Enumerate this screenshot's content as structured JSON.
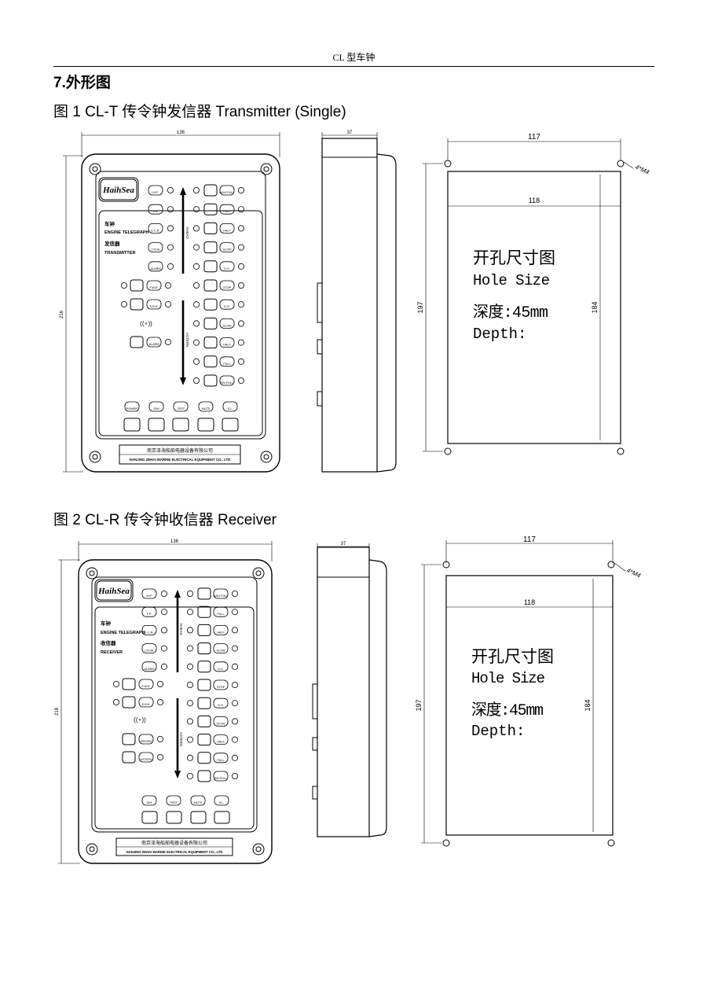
{
  "header": {
    "title": "CL 型车钟"
  },
  "section": {
    "title": "7.外形图"
  },
  "figures": [
    {
      "caption": "图 1 CL-T 传令钟发信器 Transmitter (Single)",
      "front": {
        "width": "136",
        "height": "216",
        "logo": "HaihSea",
        "label_cn_1": "车钟",
        "label_en_1": "ENGINE TELEGRAPH",
        "label_cn_2": "发信器",
        "label_en_2": "TRANSMITTER",
        "ahead": "AHEAD",
        "astern": "ASTERN",
        "left_keys": [
          "M.P.",
          "F.P.",
          "E.C.R.",
          "LOCAL",
          "ALARM"
        ],
        "right_keys": [
          "NAVI FULL",
          "FULL",
          "HALF",
          "SLOW",
          "D.S.",
          "STOP",
          "D.S.",
          "SLOW",
          "HALF",
          "FULL",
          "EM.FULL"
        ],
        "side_keys": [
          "F.W.E.",
          "S.B.E.",
          "ALARM"
        ],
        "bottom_keys": [
          "POWER",
          "DIM",
          "TEST",
          "MUTE",
          "S.L."
        ],
        "company_cn": "南京泽海船舶电器设备有限公司",
        "company_en": "NANJING ZEHAI MARINE ELECTRICAL EQUIPMENT CO., LTD"
      },
      "side": {
        "depth": "37"
      },
      "cutout": {
        "outer_width": "117",
        "inner_width": "118",
        "outer_height": "197",
        "inner_height": "184",
        "holes": "4*M4",
        "title_cn": "开孔尺寸图",
        "title_en": "Hole Size",
        "depth_cn": "深度:45mm",
        "depth_en": "Depth:"
      }
    },
    {
      "caption": "图 2 CL-R 传令钟收信器 Receiver",
      "front": {
        "width": "136",
        "height": "218",
        "logo": "HaihSea",
        "label_cn_1": "车钟",
        "label_en_1": "ENGINE TELEGRAPH",
        "label_cn_2": "收信器",
        "label_en_2": "RECEIVER",
        "ahead": "AHEAD",
        "astern": "ASTERN",
        "left_keys": [
          "M.P.",
          "F.P.",
          "E.C.R.",
          "LOCAL",
          "ALARM"
        ],
        "right_keys": [
          "NAVI FULL",
          "FULL",
          "HALF",
          "SLOW",
          "D.S.",
          "STOP",
          "D.S.",
          "SLOW",
          "HALF",
          "FULL",
          "EM.FULL"
        ],
        "side_keys": [
          "F.W.E.",
          "S.B.E.",
          "WRONG",
          "ASTERN"
        ],
        "bottom_keys": [
          "DIM",
          "TEST",
          "MUTE",
          "S.L."
        ],
        "company_cn": "南京泽海船舶电器设备有限公司",
        "company_en": "NANJING ZEHAI MARINE ELECTRICAL EQUIPMENT CO., LTD"
      },
      "side": {
        "depth": "37"
      },
      "cutout": {
        "outer_width": "117",
        "inner_width": "118",
        "outer_height": "197",
        "inner_height": "184",
        "holes": "4*M4",
        "title_cn": "开孔尺寸图",
        "title_en": "Hole Size",
        "depth_cn": "深度:45mm",
        "depth_en": "Depth:"
      }
    }
  ]
}
